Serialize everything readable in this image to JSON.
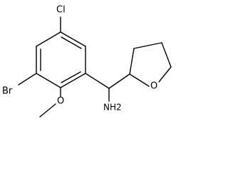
{
  "molecule": {
    "labels": {
      "chlorine": "Cl",
      "bromine": "Br",
      "ring_oxygen": "O",
      "methoxy_oxygen": "O",
      "amine": "NH2"
    },
    "colors": {
      "bond": "#000000",
      "label": "#000000",
      "background": "#ffffff"
    }
  }
}
